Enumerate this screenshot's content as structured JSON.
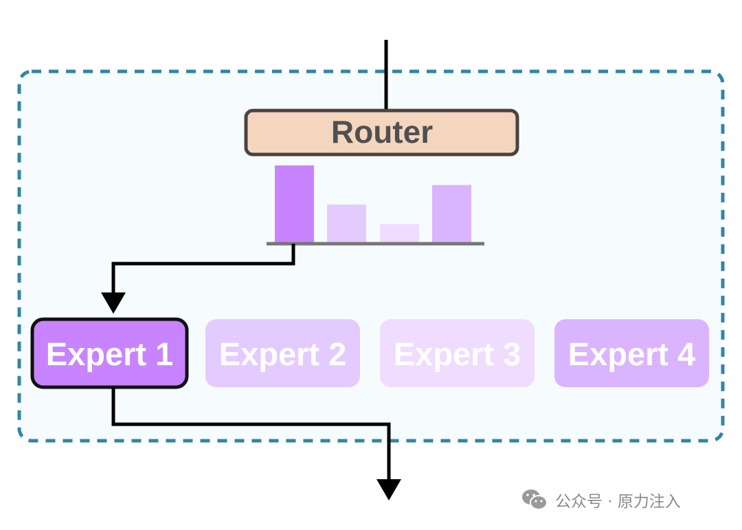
{
  "router": {
    "label": "Router"
  },
  "routing_weights": {
    "values": [
      1.0,
      0.5,
      0.25,
      0.75
    ]
  },
  "experts": [
    {
      "label": "Expert 1",
      "selected": true
    },
    {
      "label": "Expert 2",
      "selected": false
    },
    {
      "label": "Expert 3",
      "selected": false
    },
    {
      "label": "Expert 4",
      "selected": false
    }
  ],
  "colors": {
    "container_border": "#2f86a3",
    "container_fill": "#f6fbfe",
    "router_fill": "#f4d6bf",
    "router_border": "#4a4340",
    "router_text": "#505050",
    "selected_expert_fill": "#c884ff",
    "selected_expert_border": "#111111",
    "expert_text": "#ffffff",
    "arrow": "#000000",
    "baseline": "#777777",
    "expert_fills": [
      "#c884ff",
      "#e4cbff",
      "#efdcff",
      "#dab4ff"
    ],
    "bar_fills": [
      "#c884ff",
      "#e4cbff",
      "#efdcff",
      "#dab4ff"
    ]
  },
  "watermark": {
    "icon": "wechat-icon",
    "text": "公众号 · 原力注入"
  }
}
